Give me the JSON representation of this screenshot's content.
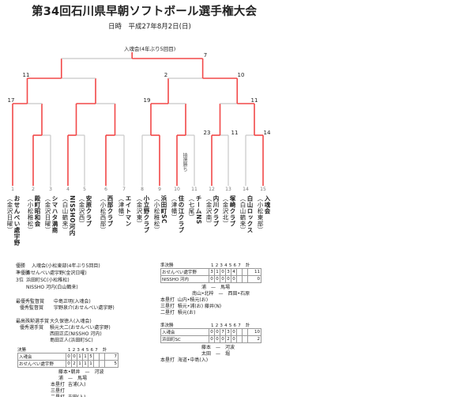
{
  "title": "第34回石川県早朝ソフトボール選手権大会",
  "date": "日時　平成27年8月2日(日)",
  "champion_label": "入魂会(4年ぶり5回目)",
  "lottery_note": "抽選勝ち",
  "colors": {
    "winner_line": "#f24848",
    "loser_line": "#c8c8c8"
  },
  "teams": [
    {
      "no": "1",
      "name": "おせんべい處宇野",
      "district": "（金沢日曜）"
    },
    {
      "no": "2",
      "name": "殿町昭和会",
      "district": "（小松稚松）"
    },
    {
      "no": "3",
      "name": "シマハタ満商",
      "district": "（金沢日曜）"
    },
    {
      "no": "4",
      "name": "NISSHO河内",
      "district": "（白山鶴来）"
    },
    {
      "no": "5",
      "name": "安原クラブ",
      "district": "（金沢西）"
    },
    {
      "no": "6",
      "name": "西部クラブ",
      "district": "（小松西部）"
    },
    {
      "no": "7",
      "name": "エイトマン",
      "district": "（津幡）"
    },
    {
      "no": "8",
      "name": "小立野クラブ",
      "district": "（金沢東）"
    },
    {
      "no": "9",
      "name": "浜田町SC",
      "district": "（小松稚松）"
    },
    {
      "no": "10",
      "name": "住の江クラブ",
      "district": "（津幡）"
    },
    {
      "no": "11",
      "name": "チームNS",
      "district": "（七尾）"
    },
    {
      "no": "12",
      "name": "内川クラブ",
      "district": "（金沢南）"
    },
    {
      "no": "13",
      "name": "塚崎クラブ",
      "district": "（金沢北）"
    },
    {
      "no": "14",
      "name": "白山ロックス",
      "district": "（白山鶴来）"
    },
    {
      "no": "15",
      "name": "入魂会",
      "district": "（小松東部）"
    }
  ],
  "bracket_scores": [
    "17",
    "11",
    "7",
    "2",
    "10",
    "19",
    "11",
    "23",
    "11",
    "14"
  ],
  "awards": {
    "winner": [
      "優勝",
      "入魂会(小松東部(4年ぶり5回目)"
    ],
    "runner_up": [
      "準優勝",
      "おせんべい處宇野(金沢日曜)"
    ],
    "third": [
      "3位",
      "浜田町SC(小松稚松)",
      "NISSHO 河内(白山鶴来)"
    ],
    "best_manager": [
      "最優秀監督賞",
      "中島正明(入魂会)"
    ],
    "good_manager": [
      "優秀監督賞",
      "宇野泉介(おせんべい處宇野)"
    ],
    "mvp": [
      "最高殊勲選手賞",
      "大久保徳人(入魂会)"
    ],
    "good_players": [
      "優秀選手賞",
      "積元大二(おせんべい處宇野)",
      "西田正広(NISSHO 河内)",
      "島田正人(浜田町SC)"
    ]
  },
  "games": [
    {
      "title": "決勝",
      "innings_header": [
        "1",
        "2",
        "3",
        "4",
        "5",
        "6",
        "7",
        "計"
      ],
      "rows": [
        {
          "team": "入魂会",
          "runs": [
            "0",
            "0",
            "1",
            "1",
            "5",
            "",
            ""
          ],
          "total": "7"
        },
        {
          "team": "おせんべい處宇野",
          "runs": [
            "0",
            "2",
            "1",
            "1",
            "1",
            "",
            ""
          ],
          "total": "5"
        }
      ],
      "battery": [
        "藤本•朝井　—　河波",
        "浦　—　馬場"
      ],
      "hits": [
        [
          "本塁打",
          "吉浦(入)"
        ],
        [
          "三塁打",
          ""
        ],
        [
          "二塁打",
          "吉田(入)"
        ]
      ]
    },
    {
      "title": "準決勝",
      "innings_header": [
        "1",
        "2",
        "3",
        "4",
        "5",
        "6",
        "7",
        "計"
      ],
      "rows": [
        {
          "team": "おせんべい處宇野",
          "runs": [
            "3",
            "1",
            "0",
            "3",
            "4",
            "",
            ""
          ],
          "total": "11"
        },
        {
          "team": "NISSHO 河内",
          "runs": [
            "0",
            "0",
            "0",
            "0",
            "0",
            "",
            ""
          ],
          "total": "0"
        }
      ],
      "battery": [
        "浦　—　馬場",
        "南山•北梓　—　西田•石原"
      ],
      "hits": [
        [
          "本塁打",
          "山内•積元(お)"
        ],
        [
          "三塁打",
          "積元•浦(お) 藤井(N)"
        ],
        [
          "二塁打",
          "積元(お)"
        ]
      ]
    },
    {
      "title": "準決勝",
      "innings_header": [
        "1",
        "2",
        "3",
        "4",
        "5",
        "6",
        "7",
        "計"
      ],
      "rows": [
        {
          "team": "入魂会",
          "runs": [
            "0",
            "0",
            "7",
            "3",
            "0",
            "",
            ""
          ],
          "total": "10"
        },
        {
          "team": "浜田町SC",
          "runs": [
            "0",
            "0",
            "0",
            "2",
            "0",
            "",
            ""
          ],
          "total": "2"
        }
      ],
      "battery": [
        "藤本　—　河波",
        "太田　—　堀"
      ],
      "hits": [
        [
          "本塁打",
          "海道•中島(入)"
        ]
      ]
    }
  ]
}
